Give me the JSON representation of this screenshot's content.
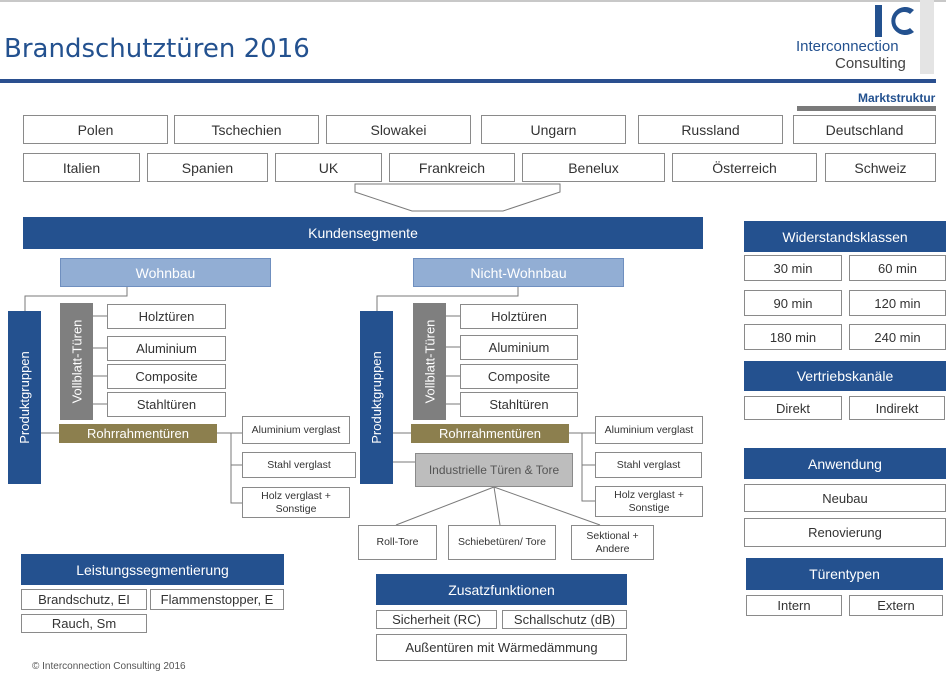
{
  "title": "Brandschutztüren 2016",
  "logo": {
    "mark": "IC",
    "line1": "Interconnection",
    "line2": "Consulting"
  },
  "section_label": "Marktstruktur",
  "countries_row1": [
    "Polen",
    "Tschechien",
    "Slowakei",
    "Ungarn",
    "Russland",
    "Deutschland"
  ],
  "countries_row2": [
    "Italien",
    "Spanien",
    "UK",
    "Frankreich",
    "Benelux",
    "Österreich",
    "Schweiz"
  ],
  "kundensegmente": "Kundensegmente",
  "wohnbau": {
    "title": "Wohnbau",
    "produktgruppen": "Produktgruppen",
    "vollblatt": "Vollblatt-Türen",
    "items": [
      "Holztüren",
      "Aluminium",
      "Composite",
      "Stahltüren"
    ],
    "rohr": "Rohrrahmentüren",
    "rohr_items": [
      "Aluminium verglast",
      "Stahl verglast",
      "Holz verglast + Sonstige"
    ]
  },
  "nichtwohnbau": {
    "title": "Nicht-Wohnbau",
    "produktgruppen": "Produktgruppen",
    "vollblatt": "Vollblatt-Türen",
    "items": [
      "Holztüren",
      "Aluminium",
      "Composite",
      "Stahltüren"
    ],
    "rohr": "Rohrrahmentüren",
    "rohr_items": [
      "Aluminium verglast",
      "Stahl verglast",
      "Holz verglast + Sonstige"
    ],
    "industrie": "Industrielle Türen & Tore",
    "industrie_items": [
      "Roll-Tore",
      "Schiebetüren/ Tore",
      "Sektional + Andere"
    ]
  },
  "leistung": {
    "title": "Leistungssegmentierung",
    "items": [
      "Brandschutz, EI",
      "Flammenstopper, E",
      "Rauch, Sm"
    ]
  },
  "zusatz": {
    "title": "Zusatzfunktionen",
    "items": [
      "Sicherheit (RC)",
      "Schallschutz (dB)",
      "Außentüren mit Wärmedämmung"
    ]
  },
  "widerstand": {
    "title": "Widerstandsklassen",
    "items": [
      "30 min",
      "60 min",
      "90 min",
      "120 min",
      "180 min",
      "240 min"
    ]
  },
  "vertrieb": {
    "title": "Vertriebskanäle",
    "items": [
      "Direkt",
      "Indirekt"
    ]
  },
  "anwendung": {
    "title": "Anwendung",
    "items": [
      "Neubau",
      "Renovierung"
    ]
  },
  "tuerentypen": {
    "title": "Türentypen",
    "items": [
      "Intern",
      "Extern"
    ]
  },
  "footer": "© Interconnection Consulting 2016",
  "colors": {
    "primary": "#24518f",
    "light_header": "#92aed4",
    "gray": "#7f7f7f",
    "gold": "#8c7f4e"
  }
}
